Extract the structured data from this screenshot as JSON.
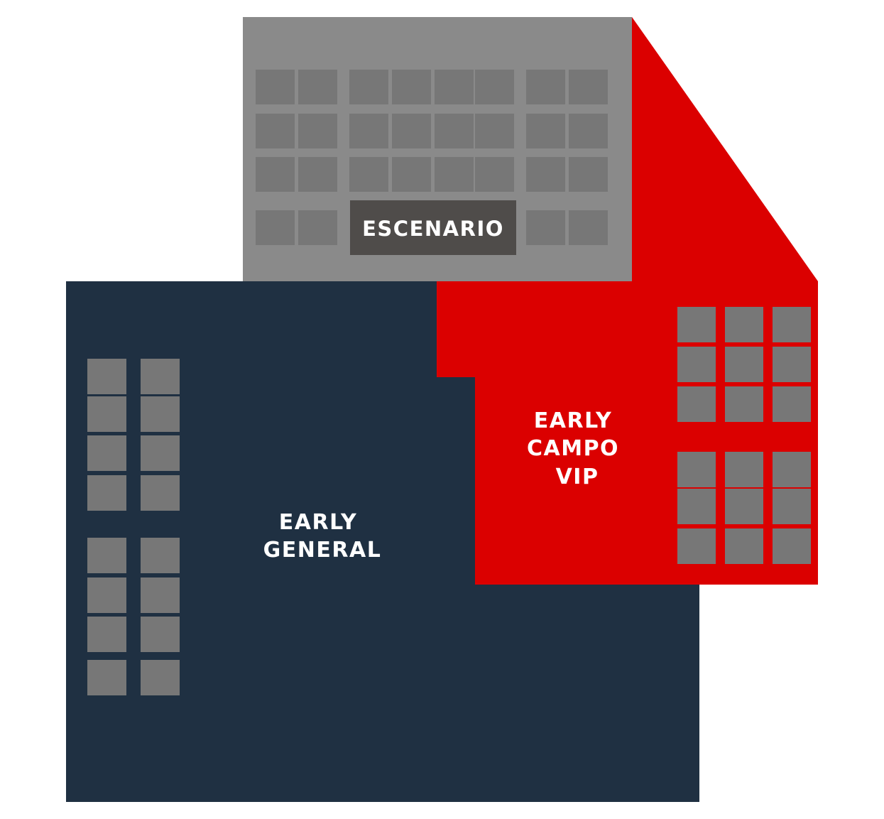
{
  "colors": {
    "background": "#ffffff",
    "stage_zone": "#8a8a8a",
    "stage_box": "#4f4c4a",
    "vip_zone": "#db0000",
    "general_zone": "#1f3042",
    "block": "#777777",
    "label_text": "#ffffff"
  },
  "stage": {
    "label": "ESCENARIO"
  },
  "zones": {
    "vip": {
      "label_lines": [
        "EARLY",
        "CAMPO",
        "VIP"
      ]
    },
    "general": {
      "label_lines": [
        "EARLY",
        "GENERAL"
      ]
    }
  }
}
